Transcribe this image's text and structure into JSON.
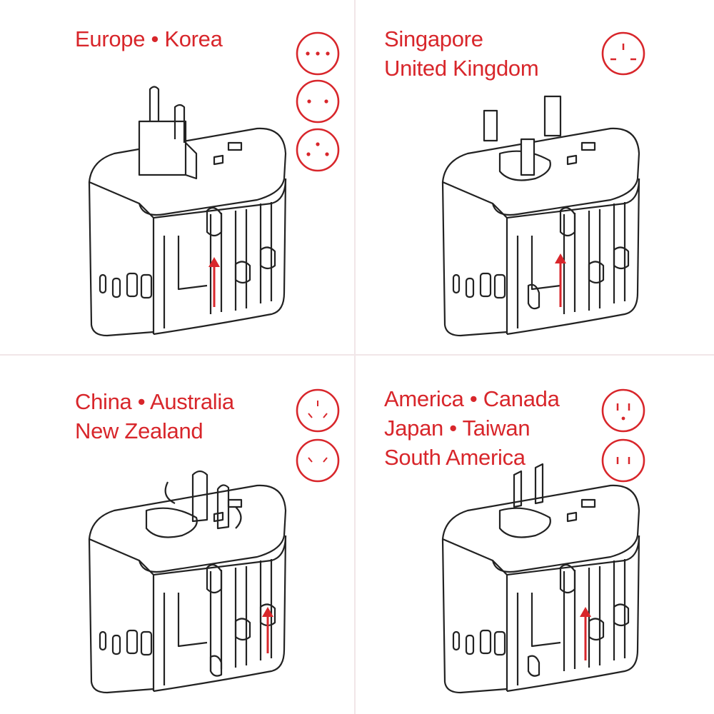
{
  "colors": {
    "accent": "#d8262b",
    "line": "#222222",
    "divider": "#f1e6e8"
  },
  "quadrants": [
    {
      "id": "europe-korea",
      "lines": [
        "Europe • Korea"
      ],
      "sockets": [
        "socket-three-dots-horizontal-icon",
        "socket-two-dots-icon",
        "socket-three-dots-triangle-icon"
      ],
      "plug": "eu-pins"
    },
    {
      "id": "singapore-uk",
      "lines": [
        "Singapore",
        "United Kingdom"
      ],
      "sockets": [
        "socket-uk-icon"
      ],
      "plug": "uk-pins"
    },
    {
      "id": "china-australia-nz",
      "lines": [
        "China • Australia",
        "New Zealand"
      ],
      "sockets": [
        "socket-australia-three-slot-icon",
        "socket-australia-two-slot-icon"
      ],
      "plug": "au-pins"
    },
    {
      "id": "america-japan",
      "lines": [
        "America • Canada",
        "Japan • Taiwan",
        "South America"
      ],
      "sockets": [
        "socket-us-three-slot-icon",
        "socket-us-two-slot-icon"
      ],
      "plug": "us-pins"
    }
  ]
}
